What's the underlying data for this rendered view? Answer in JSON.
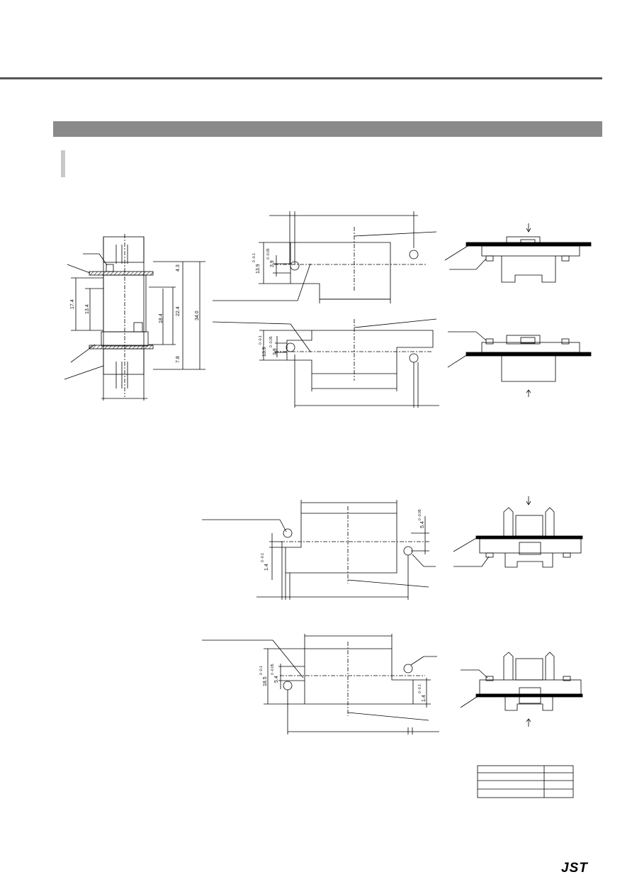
{
  "brand": {
    "logo_text": "JST"
  },
  "dimensions": {
    "side_view": {
      "d_17_4": "17.4",
      "d_13_4": "13.4",
      "d_18_4": "18.4",
      "d_22_4": "22.4",
      "d_34_0": "34.0",
      "d_4_3": "4.3",
      "d_7_8": "7.8"
    },
    "layout_1": {
      "outer": "13.9",
      "outer_tol": "0 -0.1",
      "hole": "3.9",
      "hole_tol": "0 -0.05"
    },
    "layout_2": {
      "outer": "13.9",
      "outer_tol": "0 -0.1",
      "hole": "3.9",
      "hole_tol": "0 -0.05"
    },
    "layout_3": {
      "hole": "5.4",
      "hole_tol": "0 -0.05",
      "offset": "1.4",
      "offset_tol": "0 -0.1"
    },
    "layout_4": {
      "outer": "18.5",
      "outer_tol": "0 -0.1",
      "hole": "5.4",
      "hole_tol": "0 -0.05",
      "offset": "1.4",
      "offset_tol": "0 -0.1"
    }
  },
  "table": {
    "rows": [
      [
        "",
        ""
      ],
      [
        "",
        ""
      ],
      [
        "",
        ""
      ],
      [
        "",
        ""
      ]
    ]
  }
}
